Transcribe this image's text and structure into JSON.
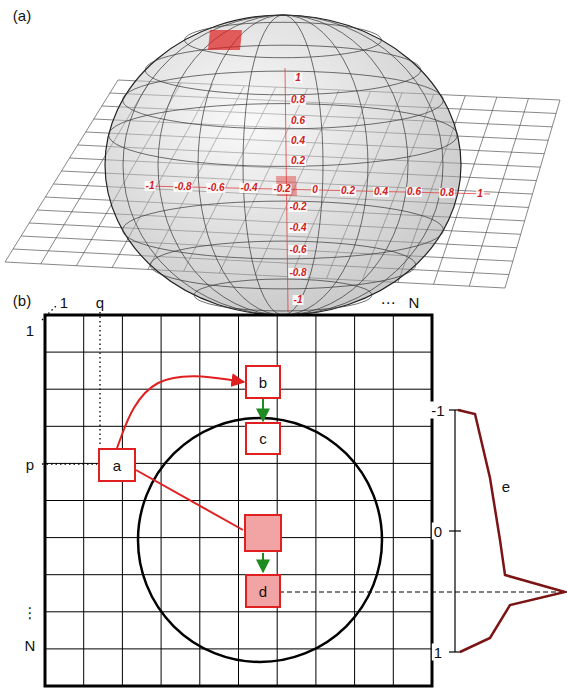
{
  "diagram": {
    "nodes": [
      {
        "text": [
          "a"
        ]
      },
      {
        "text": [
          "b"
        ]
      },
      {
        "text": [
          "c"
        ]
      },
      {
        "text": [
          "d"
        ]
      }
    ],
    "edges": [
      {
        "from": 0,
        "to": 1,
        "arrow": "to"
      },
      {
        "from": 1,
        "to": 2,
        "arrow": "to"
      }
    ],
    "labels": [
      "(a)",
      "-1",
      "-0.8",
      "-0.6",
      "-0.4",
      "-0.2",
      "0",
      "0.2",
      "0.4",
      "0.6",
      "0.8",
      "1",
      "1",
      "0.8",
      "0.6",
      "0.4",
      "0.2",
      "-0.2",
      "-0.4",
      "-0.6",
      "-0.8",
      "-1",
      "(b)",
      "1",
      "q",
      "⋯",
      "N",
      "1",
      "p",
      "⋮",
      "N",
      "e",
      "-1",
      "0",
      "1"
    ]
  }
}
